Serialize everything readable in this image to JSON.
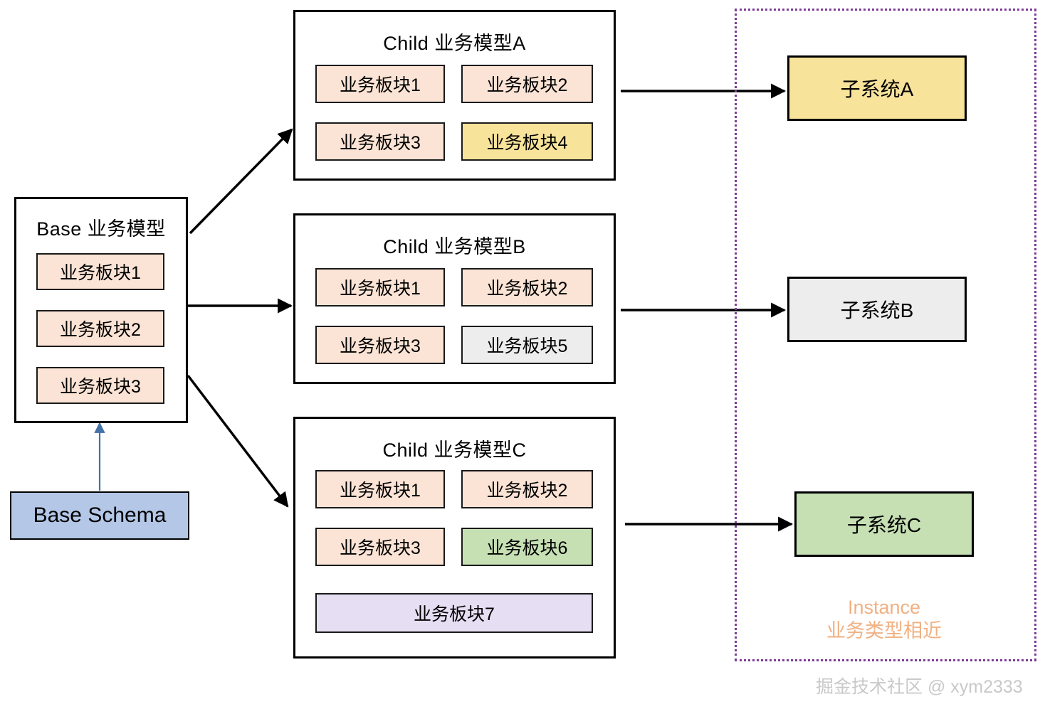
{
  "diagram": {
    "base_model": {
      "title": "Base 业务模型",
      "blocks": [
        {
          "label": "业务板块1",
          "color": "pink"
        },
        {
          "label": "业务板块2",
          "color": "pink"
        },
        {
          "label": "业务板块3",
          "color": "pink"
        }
      ]
    },
    "base_schema": {
      "label": "Base Schema",
      "color": "#B4C7E7"
    },
    "child_models": [
      {
        "title": "Child 业务模型A",
        "blocks": [
          {
            "label": "业务板块1",
            "color": "pink"
          },
          {
            "label": "业务板块2",
            "color": "pink"
          },
          {
            "label": "业务板块3",
            "color": "pink"
          },
          {
            "label": "业务板块4",
            "color": "yellow"
          }
        ]
      },
      {
        "title": "Child 业务模型B",
        "blocks": [
          {
            "label": "业务板块1",
            "color": "pink"
          },
          {
            "label": "业务板块2",
            "color": "pink"
          },
          {
            "label": "业务板块3",
            "color": "pink"
          },
          {
            "label": "业务板块5",
            "color": "gray"
          }
        ]
      },
      {
        "title": "Child 业务模型C",
        "blocks": [
          {
            "label": "业务板块1",
            "color": "pink"
          },
          {
            "label": "业务板块2",
            "color": "pink"
          },
          {
            "label": "业务板块3",
            "color": "pink"
          },
          {
            "label": "业务板块6",
            "color": "green"
          },
          {
            "label": "业务板块7",
            "color": "purple"
          }
        ]
      }
    ],
    "subsystems": [
      {
        "label": "子系统A",
        "color": "yellow"
      },
      {
        "label": "子系统B",
        "color": "gray"
      },
      {
        "label": "子系统C",
        "color": "green"
      }
    ],
    "instance_group": {
      "line1": "Instance",
      "line2": "业务类型相近",
      "border_color": "#7D3C98",
      "text_color": "#F0B183"
    },
    "watermark": "掘金技术社区 @ xym2333",
    "palette": {
      "pink": "#FBE4D5",
      "yellow": "#F8E39B",
      "gray": "#EDEDED",
      "green": "#C6E0B4",
      "purple": "#E6DEF3",
      "blue": "#B4C7E7",
      "arrow": "#000000",
      "schema_arrow": "#4472A8"
    }
  }
}
